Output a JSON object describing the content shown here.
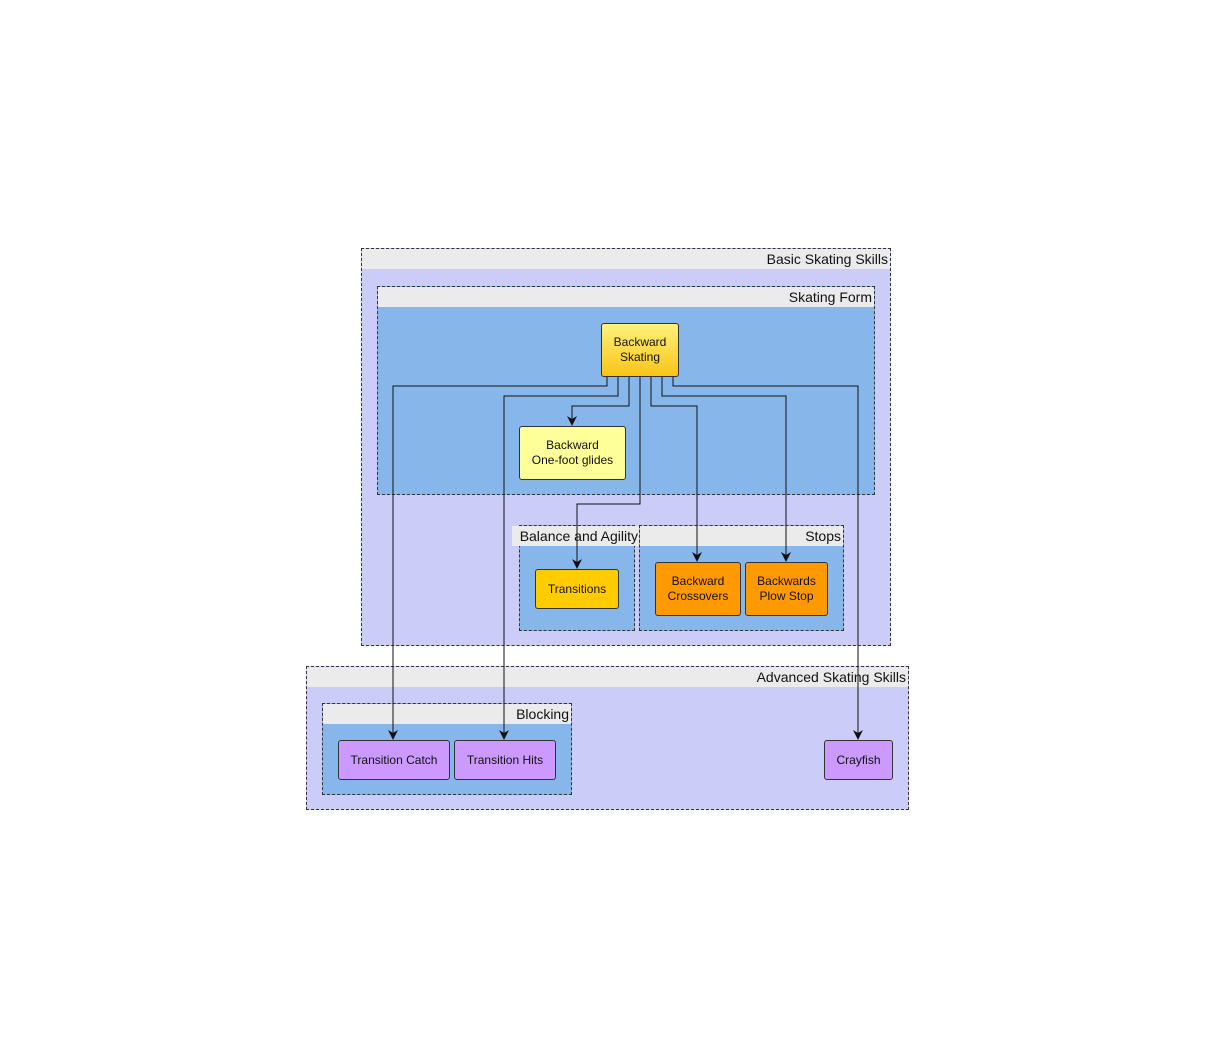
{
  "groups": {
    "basic": "Basic Skating Skills",
    "form": "Skating Form",
    "balance": "Balance and Agility",
    "stops": "Stops",
    "advanced": "Advanced Skating Skills",
    "blocking": "Blocking"
  },
  "nodes": {
    "backward_skating": "Backward\nSkating",
    "one_foot_glides": "Backward\nOne-foot glides",
    "transitions": "Transitions",
    "backward_crossovers": "Backward\nCrossovers",
    "backwards_plow_stop": "Backwards\nPlow Stop",
    "transition_catch": "Transition Catch",
    "transition_hits": "Transition Hits",
    "crayfish": "Crayfish"
  },
  "edges": [
    {
      "from": "Backward Skating",
      "to": "Backward One-foot glides"
    },
    {
      "from": "Backward Skating",
      "to": "Transitions"
    },
    {
      "from": "Backward Skating",
      "to": "Backward Crossovers"
    },
    {
      "from": "Backward Skating",
      "to": "Backwards Plow Stop"
    },
    {
      "from": "Backward Skating",
      "to": "Transition Catch"
    },
    {
      "from": "Backward Skating",
      "to": "Transition Hits"
    },
    {
      "from": "Backward Skating",
      "to": "Crayfish"
    }
  ],
  "colors": {
    "outer_group": "#ccccf8",
    "inner_group": "#87b7ea",
    "root_node": "#f8c418",
    "glide_node": "#ffff99",
    "balance_node": "#ffcc00",
    "stop_node": "#ff9900",
    "advanced_node": "#cc99ff",
    "edge": "#111111"
  }
}
